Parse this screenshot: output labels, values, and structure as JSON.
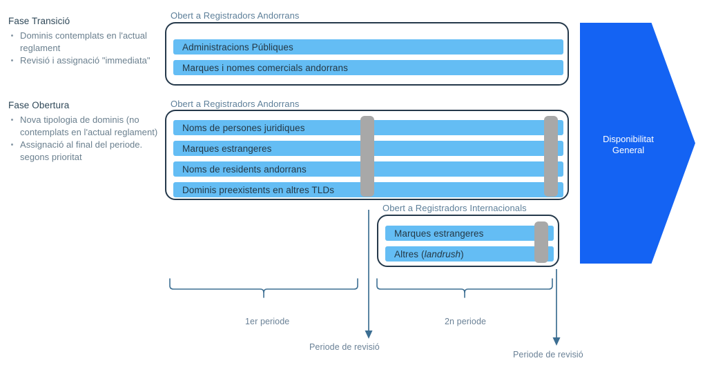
{
  "phases": [
    {
      "title": "Fase Transició",
      "bullets": [
        "Dominis contemplats en l'actual reglament",
        "Revisió i assignació \"immediata\""
      ]
    },
    {
      "title": "Fase Obertura",
      "bullets": [
        "Nova tipologia de dominis (no contemplats en l'actual reglament)",
        "Assignació al final del periode. segons prioritat"
      ]
    }
  ],
  "groups": [
    {
      "caption": "Obert a Registradors Andorrans",
      "items": [
        "Administracions Públiques",
        "Marques i nomes comercials andorrans"
      ]
    },
    {
      "caption": "Obert a Registradors Andorrans",
      "items": [
        "Noms de persones juridiques",
        "Marques estrangeres",
        "Noms de residents andorrans",
        "Dominis preexistents en altres TLDs"
      ]
    },
    {
      "caption": "Obert a Registradors Internacionals",
      "items": [
        "Marques estrangeres",
        "Altres (landrush)"
      ],
      "italic_items": [
        "landrush"
      ]
    }
  ],
  "availability": {
    "line1": "Disponibilitat",
    "line2": "General"
  },
  "timeline": {
    "periods": [
      {
        "label": "1er periode"
      },
      {
        "label": "2n periode"
      }
    ],
    "markers": [
      {
        "label": "Periode de revisió"
      },
      {
        "label": "Periode de revisió"
      }
    ]
  },
  "colors": {
    "bar_blue": "#64bdf4",
    "chevron_blue": "#1463f3",
    "box_border": "#24384a",
    "gray_bar": "#a8a8a8",
    "caption_text": "#5d7f99",
    "bracket_stroke": "#3c6e92"
  }
}
